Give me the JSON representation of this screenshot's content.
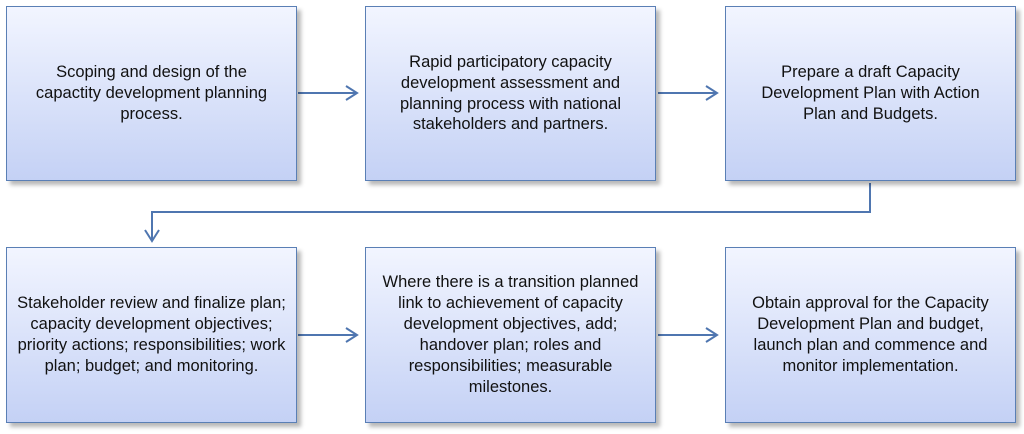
{
  "steps": [
    {
      "text": "Scoping and design of the capactity development planning process."
    },
    {
      "text": "Rapid participatory capacity development assessment and planning process with national stakeholders and partners."
    },
    {
      "text": "Prepare a draft Capacity Development Plan with Action Plan and Budgets."
    },
    {
      "text": "Stakeholder review and finalize plan; capacity development objectives; priority actions; responsibilities; work plan; budget; and monitoring."
    },
    {
      "text": "Where there is a transition planned link to achievement of capacity development objectives, add; handover plan; roles and responsibilities; measurable milestones."
    },
    {
      "text": "Obtain approval for the Capacity Development Plan and budget, launch plan and commence and monitor implementation."
    }
  ],
  "colors": {
    "box_border": "#5a7fb5",
    "box_gradient_top": "#f2f5ff",
    "box_gradient_bottom": "#c4d1f5",
    "arrow": "#4f76b0",
    "text": "#111111"
  }
}
